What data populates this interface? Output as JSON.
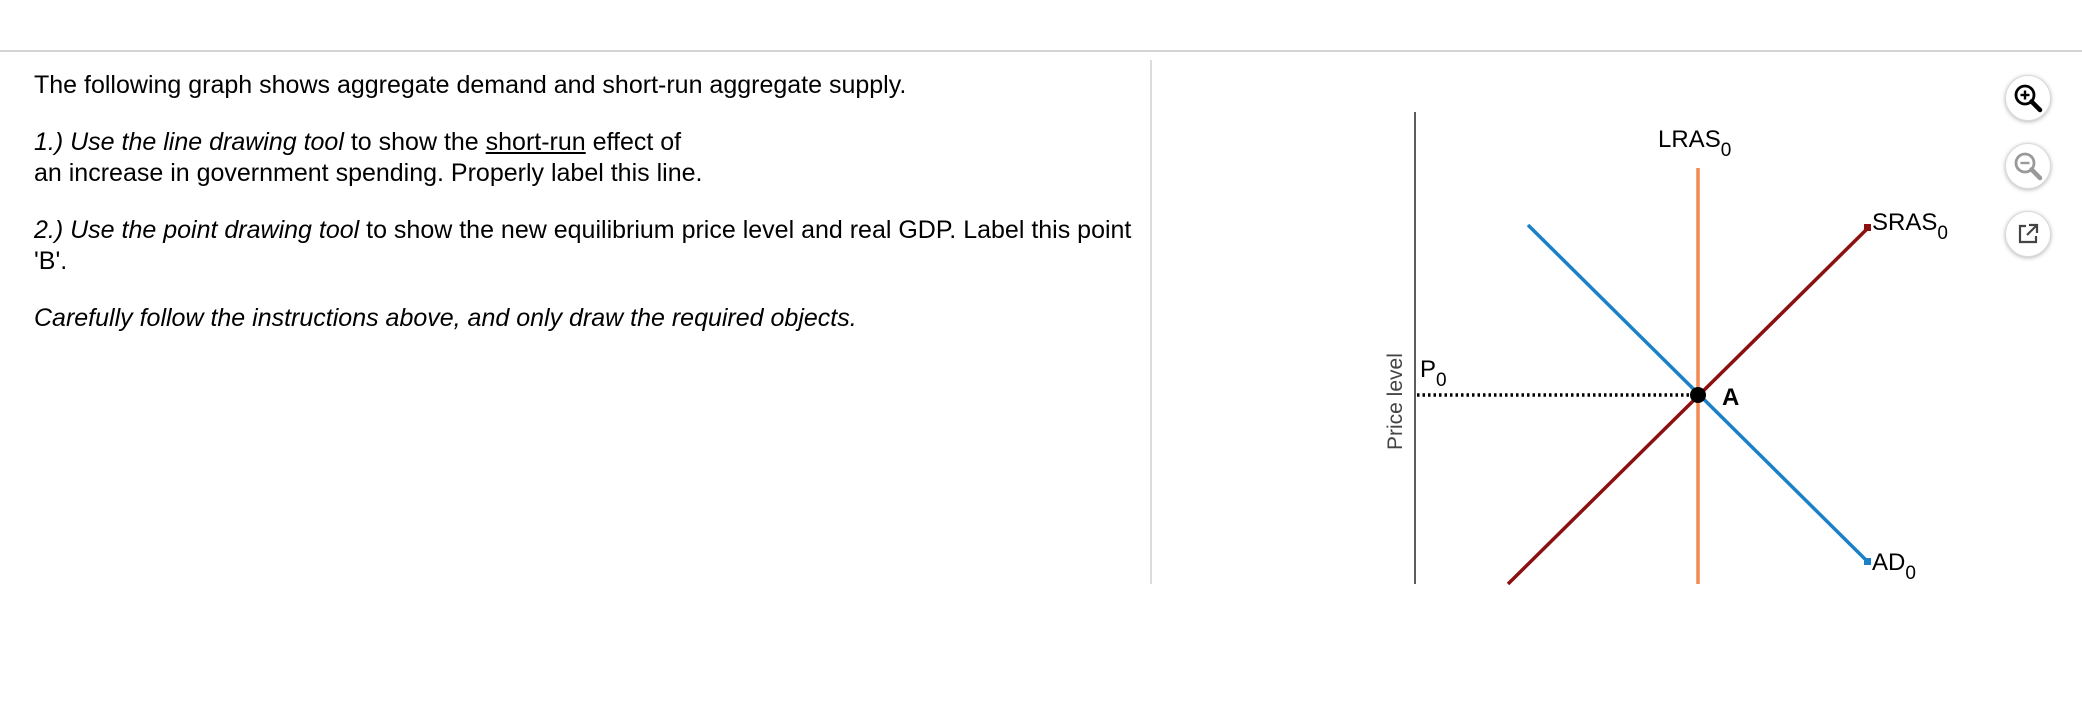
{
  "question": {
    "intro": "The following graph shows aggregate demand and short-run aggregate supply.",
    "step1": {
      "italic": "1.) Use the line drawing tool",
      "text_a": " to show the ",
      "underlined": "short-run",
      "text_b": " effect of",
      "line2": "an increase in government spending. Properly label this line."
    },
    "step2": {
      "italic": "2.) Use the point drawing tool",
      "text": " to show the new equilibrium price level and real GDP. Label this point 'B'."
    },
    "note": "Carefully follow the instructions above, and only draw the required objects."
  },
  "graph": {
    "y_axis_label": "Price level",
    "lines": {
      "lras": {
        "label": "LRAS",
        "subscript": "0",
        "color": "#f28b54"
      },
      "sras": {
        "label": "SRAS",
        "subscript": "0",
        "color": "#8b1010"
      },
      "ad": {
        "label": "AD",
        "subscript": "0",
        "color": "#1a80c8"
      }
    },
    "equilibrium": {
      "point_label": "A",
      "price_label": "P",
      "price_subscript": "0"
    }
  },
  "toolbar": {
    "zoom_in_icon": "zoom-in-icon",
    "zoom_out_icon": "zoom-out-icon",
    "open_new_window_icon": "external-link-icon"
  }
}
